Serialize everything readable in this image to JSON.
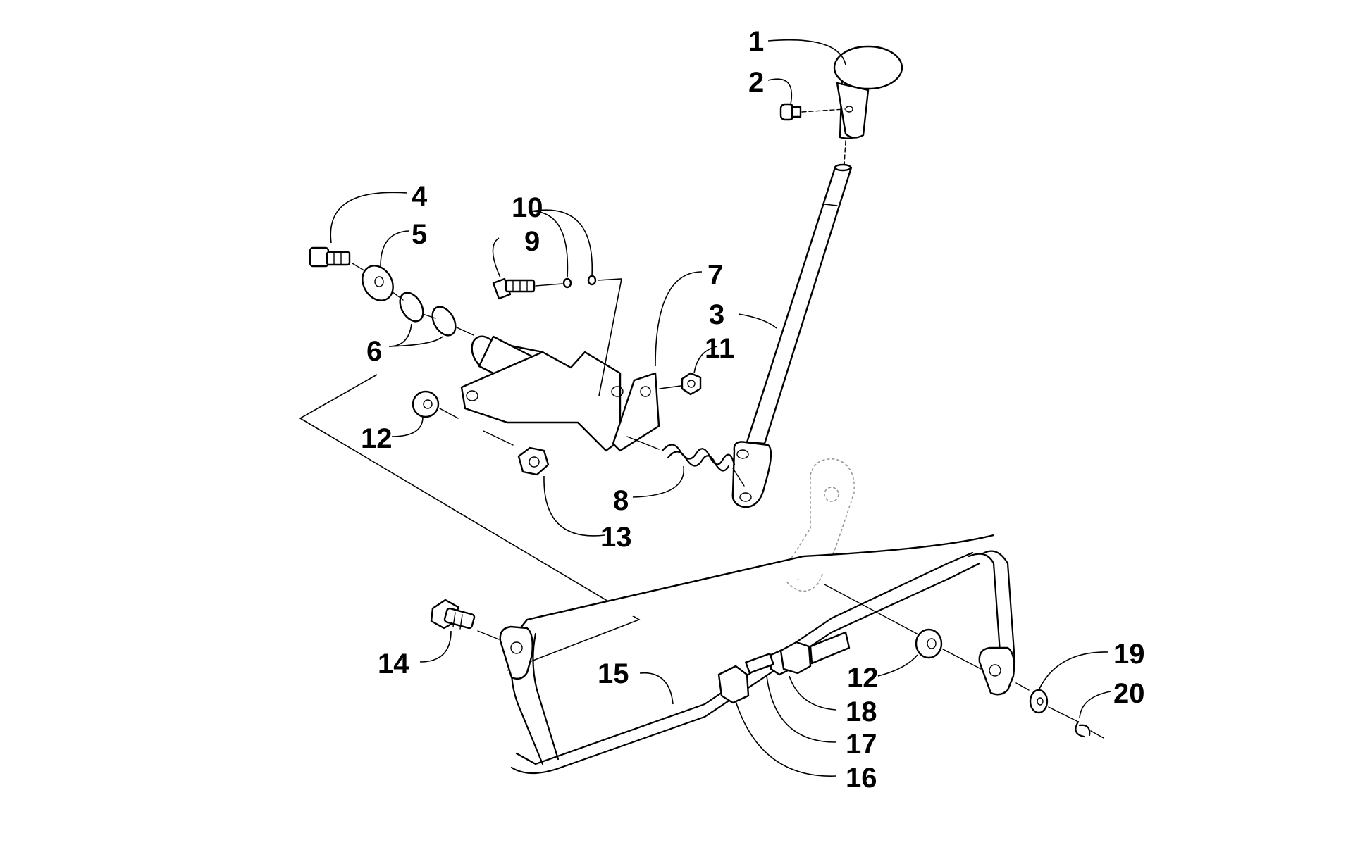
{
  "callouts": [
    {
      "id": "1",
      "text": "1"
    },
    {
      "id": "2",
      "text": "2"
    },
    {
      "id": "3",
      "text": "3"
    },
    {
      "id": "4",
      "text": "4"
    },
    {
      "id": "5",
      "text": "5"
    },
    {
      "id": "6",
      "text": "6"
    },
    {
      "id": "7",
      "text": "7"
    },
    {
      "id": "8",
      "text": "8"
    },
    {
      "id": "9",
      "text": "9"
    },
    {
      "id": "10",
      "text": "10"
    },
    {
      "id": "11",
      "text": "11"
    },
    {
      "id": "12a",
      "text": "12"
    },
    {
      "id": "12b",
      "text": "12"
    },
    {
      "id": "13",
      "text": "13"
    },
    {
      "id": "14",
      "text": "14"
    },
    {
      "id": "15",
      "text": "15"
    },
    {
      "id": "16",
      "text": "16"
    },
    {
      "id": "17",
      "text": "17"
    },
    {
      "id": "18",
      "text": "18"
    },
    {
      "id": "19",
      "text": "19"
    },
    {
      "id": "20",
      "text": "20"
    }
  ],
  "colors": {
    "ink": "#000000",
    "ghost": "#9a9a9a",
    "background": "#ffffff"
  }
}
